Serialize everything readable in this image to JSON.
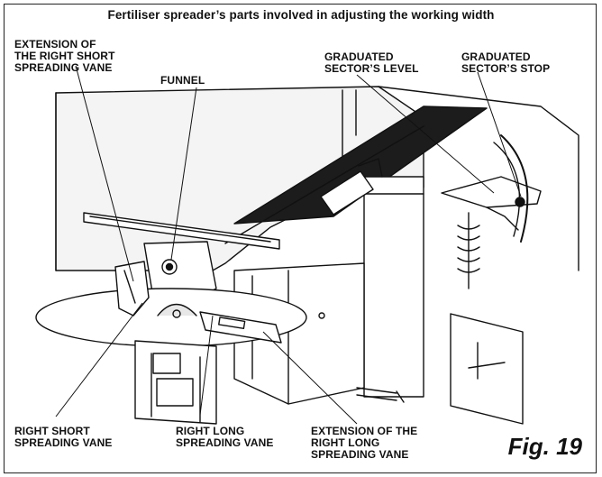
{
  "title": "Fertiliser spreader’s parts involved in adjusting the working width",
  "labels": {
    "ext_right_short": "EXTENSION OF\nTHE RIGHT SHORT\nSPREADING VANE",
    "funnel": "FUNNEL",
    "sector_level": "GRADUATED\nSECTOR’S LEVEL",
    "sector_stop": "GRADUATED\nSECTOR’S STOP",
    "right_short": "RIGHT SHORT\nSPREADING VANE",
    "right_long": "RIGHT LONG\nSPREADING VANE",
    "ext_right_long": "EXTENSION OF THE\nRIGHT LONG\nSPREADING VANE"
  },
  "figure_label": "Fig. 19"
}
